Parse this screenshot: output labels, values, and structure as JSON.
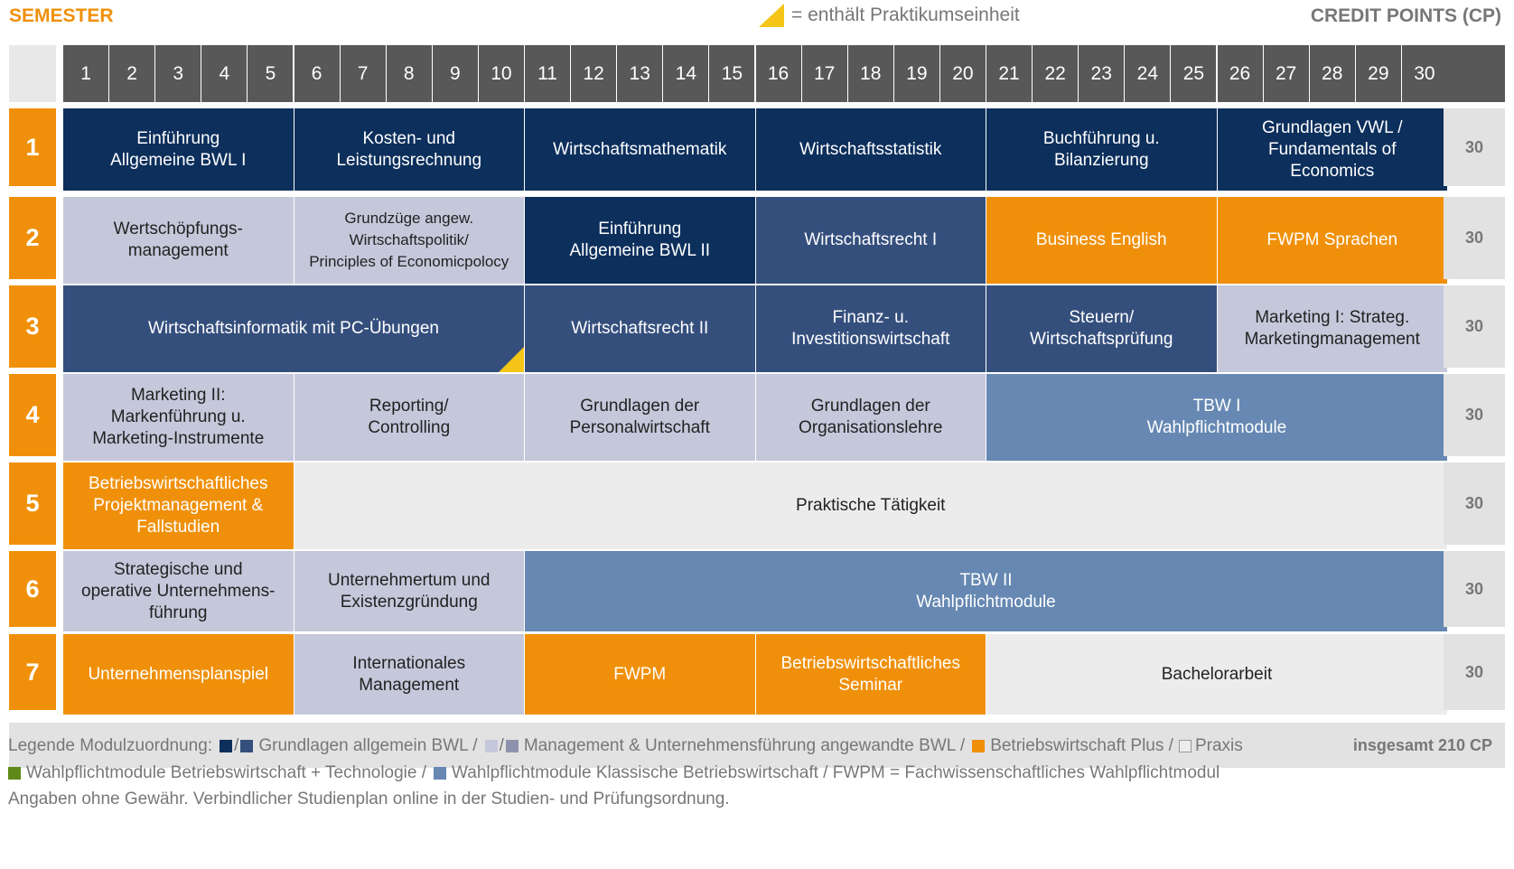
{
  "header": {
    "semester": "SEMESTER",
    "credit_points": "CREDIT POINTS (CP)",
    "practice_note": "= enthält Praktikumseinheit"
  },
  "columns": [
    "1",
    "2",
    "3",
    "4",
    "5",
    "6",
    "7",
    "8",
    "9",
    "10",
    "11",
    "12",
    "13",
    "14",
    "15",
    "16",
    "17",
    "18",
    "19",
    "20",
    "21",
    "22",
    "23",
    "24",
    "25",
    "26",
    "27",
    "28",
    "29",
    "30"
  ],
  "semesters": [
    {
      "num": "1",
      "cp": "30",
      "modules": [
        {
          "label": "Einführung\nAllgemeine BWL I",
          "span": 5,
          "style": "dark"
        },
        {
          "label": "Kosten- und\nLeistungsrechnung",
          "span": 5,
          "style": "dark"
        },
        {
          "label": "Wirtschaftsmathematik",
          "span": 5,
          "style": "dark"
        },
        {
          "label": "Wirtschaftsstatistik",
          "span": 5,
          "style": "dark"
        },
        {
          "label": "Buchführung u.\nBilanzierung",
          "span": 5,
          "style": "dark"
        },
        {
          "label": "Grundlagen VWL /\nFundamentals of\nEconomics",
          "span": 5,
          "style": "dark"
        }
      ]
    },
    {
      "num": "2",
      "cp": "30",
      "modules": [
        {
          "label": "Wertschöpfungs-\nmanagement",
          "span": 5,
          "style": "light"
        },
        {
          "label": "Grundzüge angew.\nWirtschaftspolitik/\nPrinciples of Economicpolocy",
          "span": 5,
          "style": "light",
          "small": true
        },
        {
          "label": "Einführung\nAllgemeine BWL II",
          "span": 5,
          "style": "dark"
        },
        {
          "label": "Wirtschaftsrecht I",
          "span": 5,
          "style": "mid"
        },
        {
          "label": "Business English",
          "span": 5,
          "style": "orange"
        },
        {
          "label": "FWPM Sprachen",
          "span": 5,
          "style": "orange"
        }
      ]
    },
    {
      "num": "3",
      "cp": "30",
      "modules": [
        {
          "label": "Wirtschaftsinformatik mit PC-Übungen",
          "span": 10,
          "style": "mid",
          "practice": true
        },
        {
          "label": "Wirtschaftsrecht II",
          "span": 5,
          "style": "mid"
        },
        {
          "label": "Finanz- u.\nInvestitionswirtschaft",
          "span": 5,
          "style": "mid"
        },
        {
          "label": "Steuern/\nWirtschaftsprüfung",
          "span": 5,
          "style": "mid"
        },
        {
          "label": "Marketing I: Strateg.\nMarketingmanagement",
          "span": 5,
          "style": "light"
        }
      ]
    },
    {
      "num": "4",
      "cp": "30",
      "modules": [
        {
          "label": "Marketing II:\nMarkenführung u.\nMarketing-Instrumente",
          "span": 5,
          "style": "light"
        },
        {
          "label": "Reporting/\nControlling",
          "span": 5,
          "style": "light"
        },
        {
          "label": "Grundlagen der\nPersonalwirtschaft",
          "span": 5,
          "style": "light"
        },
        {
          "label": "Grundlagen der\nOrganisationslehre",
          "span": 5,
          "style": "light"
        },
        {
          "label": "TBW I\nWahlpflichtmodule",
          "span": 10,
          "style": "blue"
        }
      ]
    },
    {
      "num": "5",
      "cp": "30",
      "modules": [
        {
          "label": "Betriebswirtschaftliches\nProjektmanagement &\nFallstudien",
          "span": 5,
          "style": "orange"
        },
        {
          "label": "Praktische Tätigkeit",
          "span": 25,
          "style": "praxis"
        }
      ]
    },
    {
      "num": "6",
      "cp": "30",
      "modules": [
        {
          "label": "Strategische und\noperative Unternehmens-\nführung",
          "span": 5,
          "style": "light"
        },
        {
          "label": "Unternehmertum und\nExistenzgründung",
          "span": 5,
          "style": "light"
        },
        {
          "label": "TBW II\nWahlpflichtmodule",
          "span": 20,
          "style": "blue"
        }
      ]
    },
    {
      "num": "7",
      "cp": "30",
      "modules": [
        {
          "label": "Unternehmensplanspiel",
          "span": 5,
          "style": "orange"
        },
        {
          "label": "Internationales\nManagement",
          "span": 5,
          "style": "light"
        },
        {
          "label": "FWPM",
          "span": 5,
          "style": "orange"
        },
        {
          "label": "Betriebswirtschaftliches\nSeminar",
          "span": 5,
          "style": "orange"
        },
        {
          "label": "Bachelorarbeit",
          "span": 10,
          "style": "praxis"
        }
      ]
    }
  ],
  "total": "insgesamt 210 CP",
  "legend": {
    "prefix": "Legende Modulzuordnung:",
    "slash": "/",
    "grundlagen": "Grundlagen allgemein BWL /",
    "management": "Management & Unternehmensführung angewandte BWL /",
    "plus": "Betriebswirtschaft Plus /",
    "praxis": "Praxis",
    "wpm_tech": "Wahlpflichtmodule Betriebswirtschaft + Technologie /",
    "wpm_klassisch": "Wahlpflichtmodule Klassische Betriebswirtschaft / FWPM = Fachwissenschaftliches Wahlpflichtmodul",
    "disclaimer": "Angaben ohne Gewähr. Verbindlicher Studienplan online in der Studien- und Prüfungsordnung."
  },
  "colors": {
    "dark": "#0c2f5c",
    "mid": "#354f7d",
    "light": "#c5c8db",
    "grey": "#8e93ad",
    "orange": "#f0900a",
    "blue": "#6688b3",
    "green": "#5f8a1a",
    "praxis": "#ececec",
    "triangle": "#f5c518"
  }
}
